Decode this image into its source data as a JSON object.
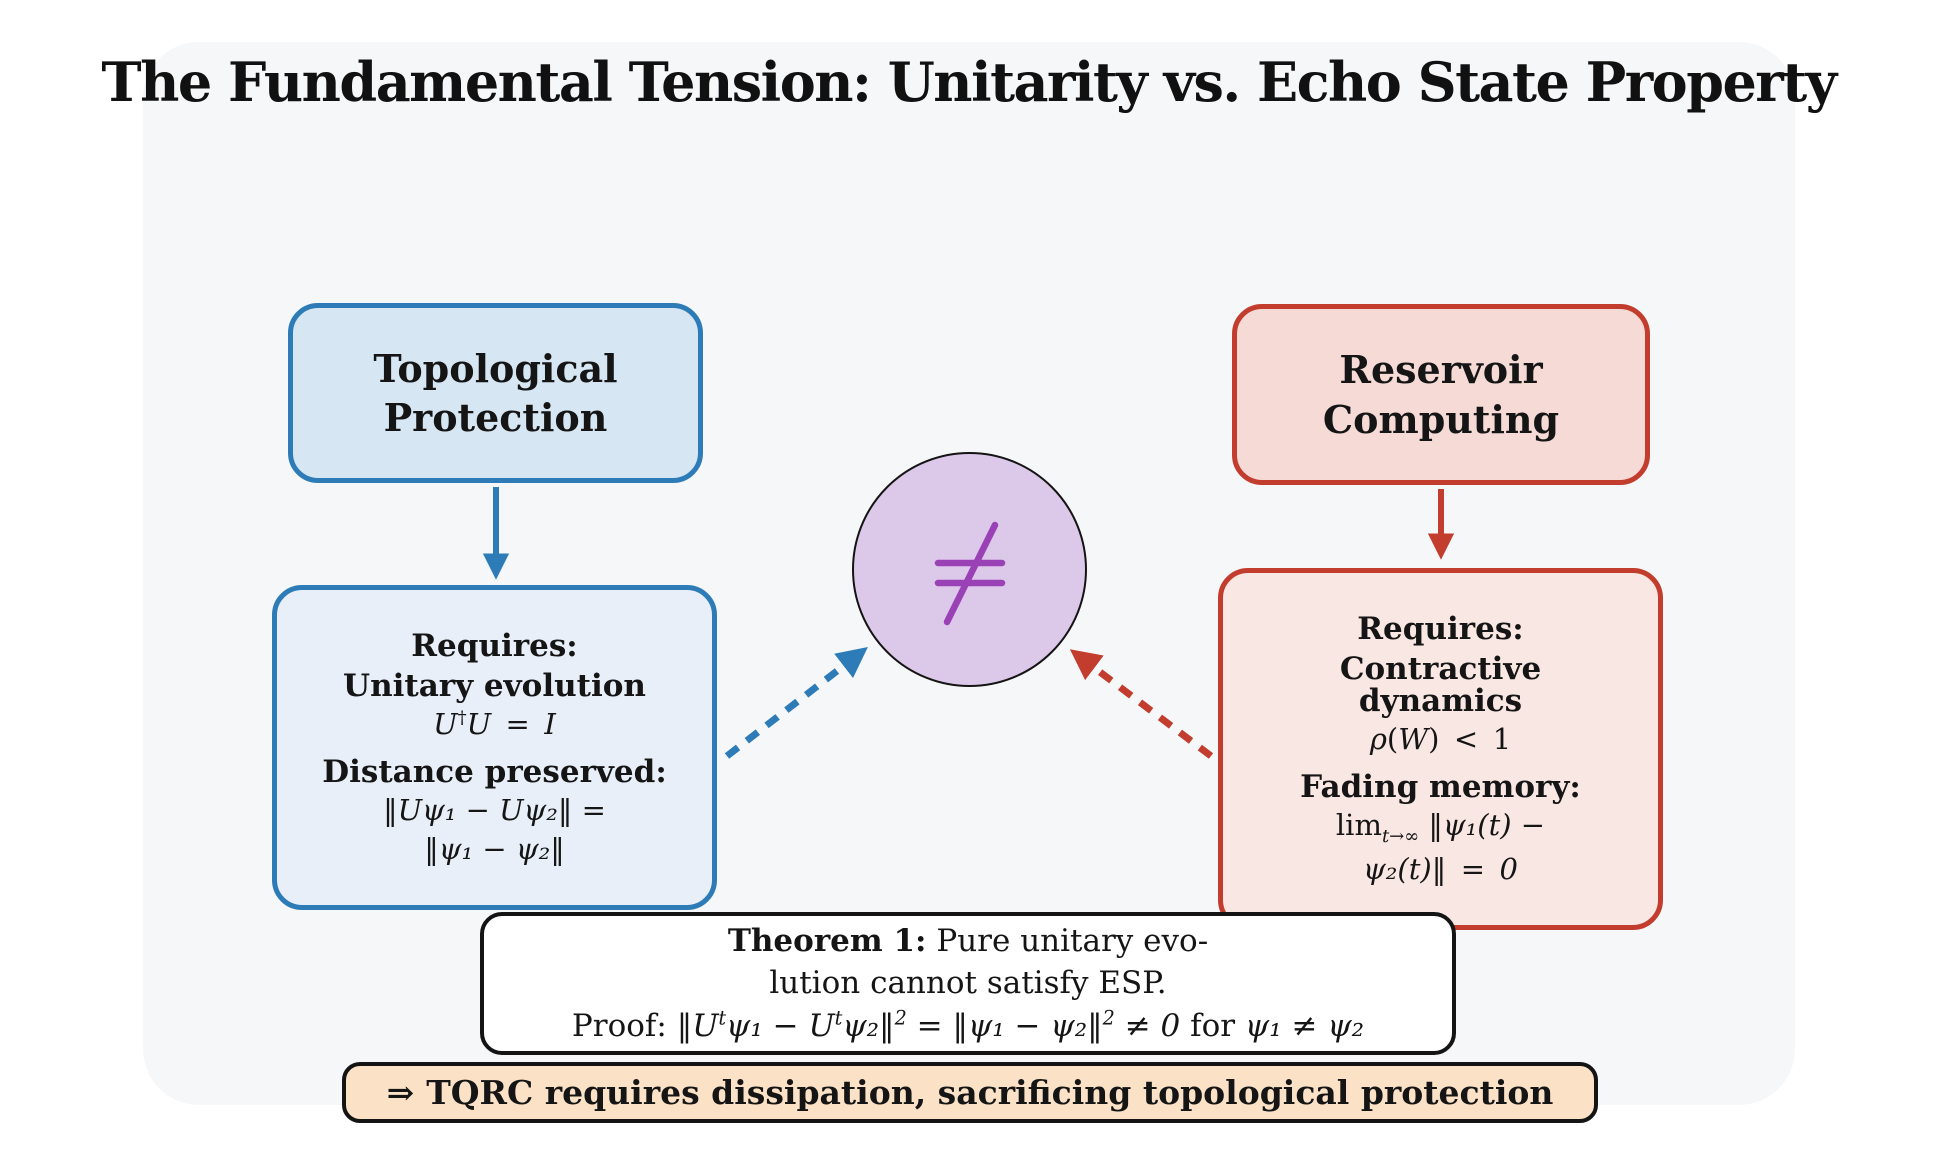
{
  "title": "The Fundamental Tension: Unitarity vs. Echo State Property",
  "colors": {
    "blue_border": "#2d7cb8",
    "blue_fill": "#d6e6f2",
    "blue_fill_light": "#e9eff8",
    "red_border": "#c23d2e",
    "red_fill": "#f5dad6",
    "red_fill_light": "#f9e7e4",
    "purple": "#9a41b5",
    "circle_fill": "#dcc8e8",
    "orange_fill": "#fbe2c7",
    "backdrop": "#f6f7f9"
  },
  "left_branch": {
    "title_line1": "Topological",
    "title_line2": "Protection",
    "requires_heading": "Requires:",
    "item1_label": "Unitary evolution",
    "item1_eq": [
      {
        "t": "U",
        "i": 1
      },
      {
        "t": "†",
        "v": "sup"
      },
      {
        "t": "U",
        "i": 1
      },
      {
        "t": " = "
      },
      {
        "t": "I",
        "i": 1
      }
    ],
    "item2_label": "Distance preserved:",
    "item2_eq_line1": "‖Uψ₁ − Uψ₂‖ =",
    "item2_eq_line2": "‖ψ₁ − ψ₂‖"
  },
  "right_branch": {
    "title_line1": "Reservoir",
    "title_line2": "Computing",
    "requires_heading": "Requires:",
    "item1_label_line1": "Contractive",
    "item1_label_line2": "dynamics",
    "item1_eq": [
      {
        "t": "ρ",
        "i": 1
      },
      {
        "t": "(",
        "i": 0
      },
      {
        "t": "W",
        "i": 1
      },
      {
        "t": ")",
        "i": 0
      },
      {
        "t": " < 1"
      }
    ],
    "item2_label": "Fading memory:",
    "item2_eq_line1": [
      {
        "t": "lim"
      },
      {
        "t": "t→∞",
        "v": "sub",
        "i": 1
      },
      {
        "t": " ‖ψ₁(t) −",
        "i": 1
      }
    ],
    "item2_eq_line2": "ψ₂(t)‖ = 0"
  },
  "conflict": {
    "not_equal_symbol": "≠"
  },
  "theorem": {
    "label": "Theorem 1:",
    "line1_rest": " Pure unitary evo-",
    "line2": "lution cannot satisfy ESP.",
    "proof": [
      {
        "t": "Proof: "
      },
      {
        "t": "‖U",
        "i": 1
      },
      {
        "t": "t",
        "v": "sup",
        "i": 1
      },
      {
        "t": "ψ₁ − U",
        "i": 1
      },
      {
        "t": "t",
        "v": "sup",
        "i": 1
      },
      {
        "t": "ψ₂‖",
        "i": 1
      },
      {
        "t": "2",
        "v": "sup",
        "i": 1
      },
      {
        "t": " = ",
        "i": 1
      },
      {
        "t": "‖ψ₁ − ψ₂‖",
        "i": 1
      },
      {
        "t": "2",
        "v": "sup",
        "i": 1
      },
      {
        "t": " ≠ 0 ",
        "i": 1
      },
      {
        "t": "for "
      },
      {
        "t": "ψ₁ ≠ ψ₂",
        "i": 1
      }
    ]
  },
  "conclusion": {
    "arrow": "⇒",
    "text": "TQRC requires dissipation, sacrificing topological protection"
  }
}
